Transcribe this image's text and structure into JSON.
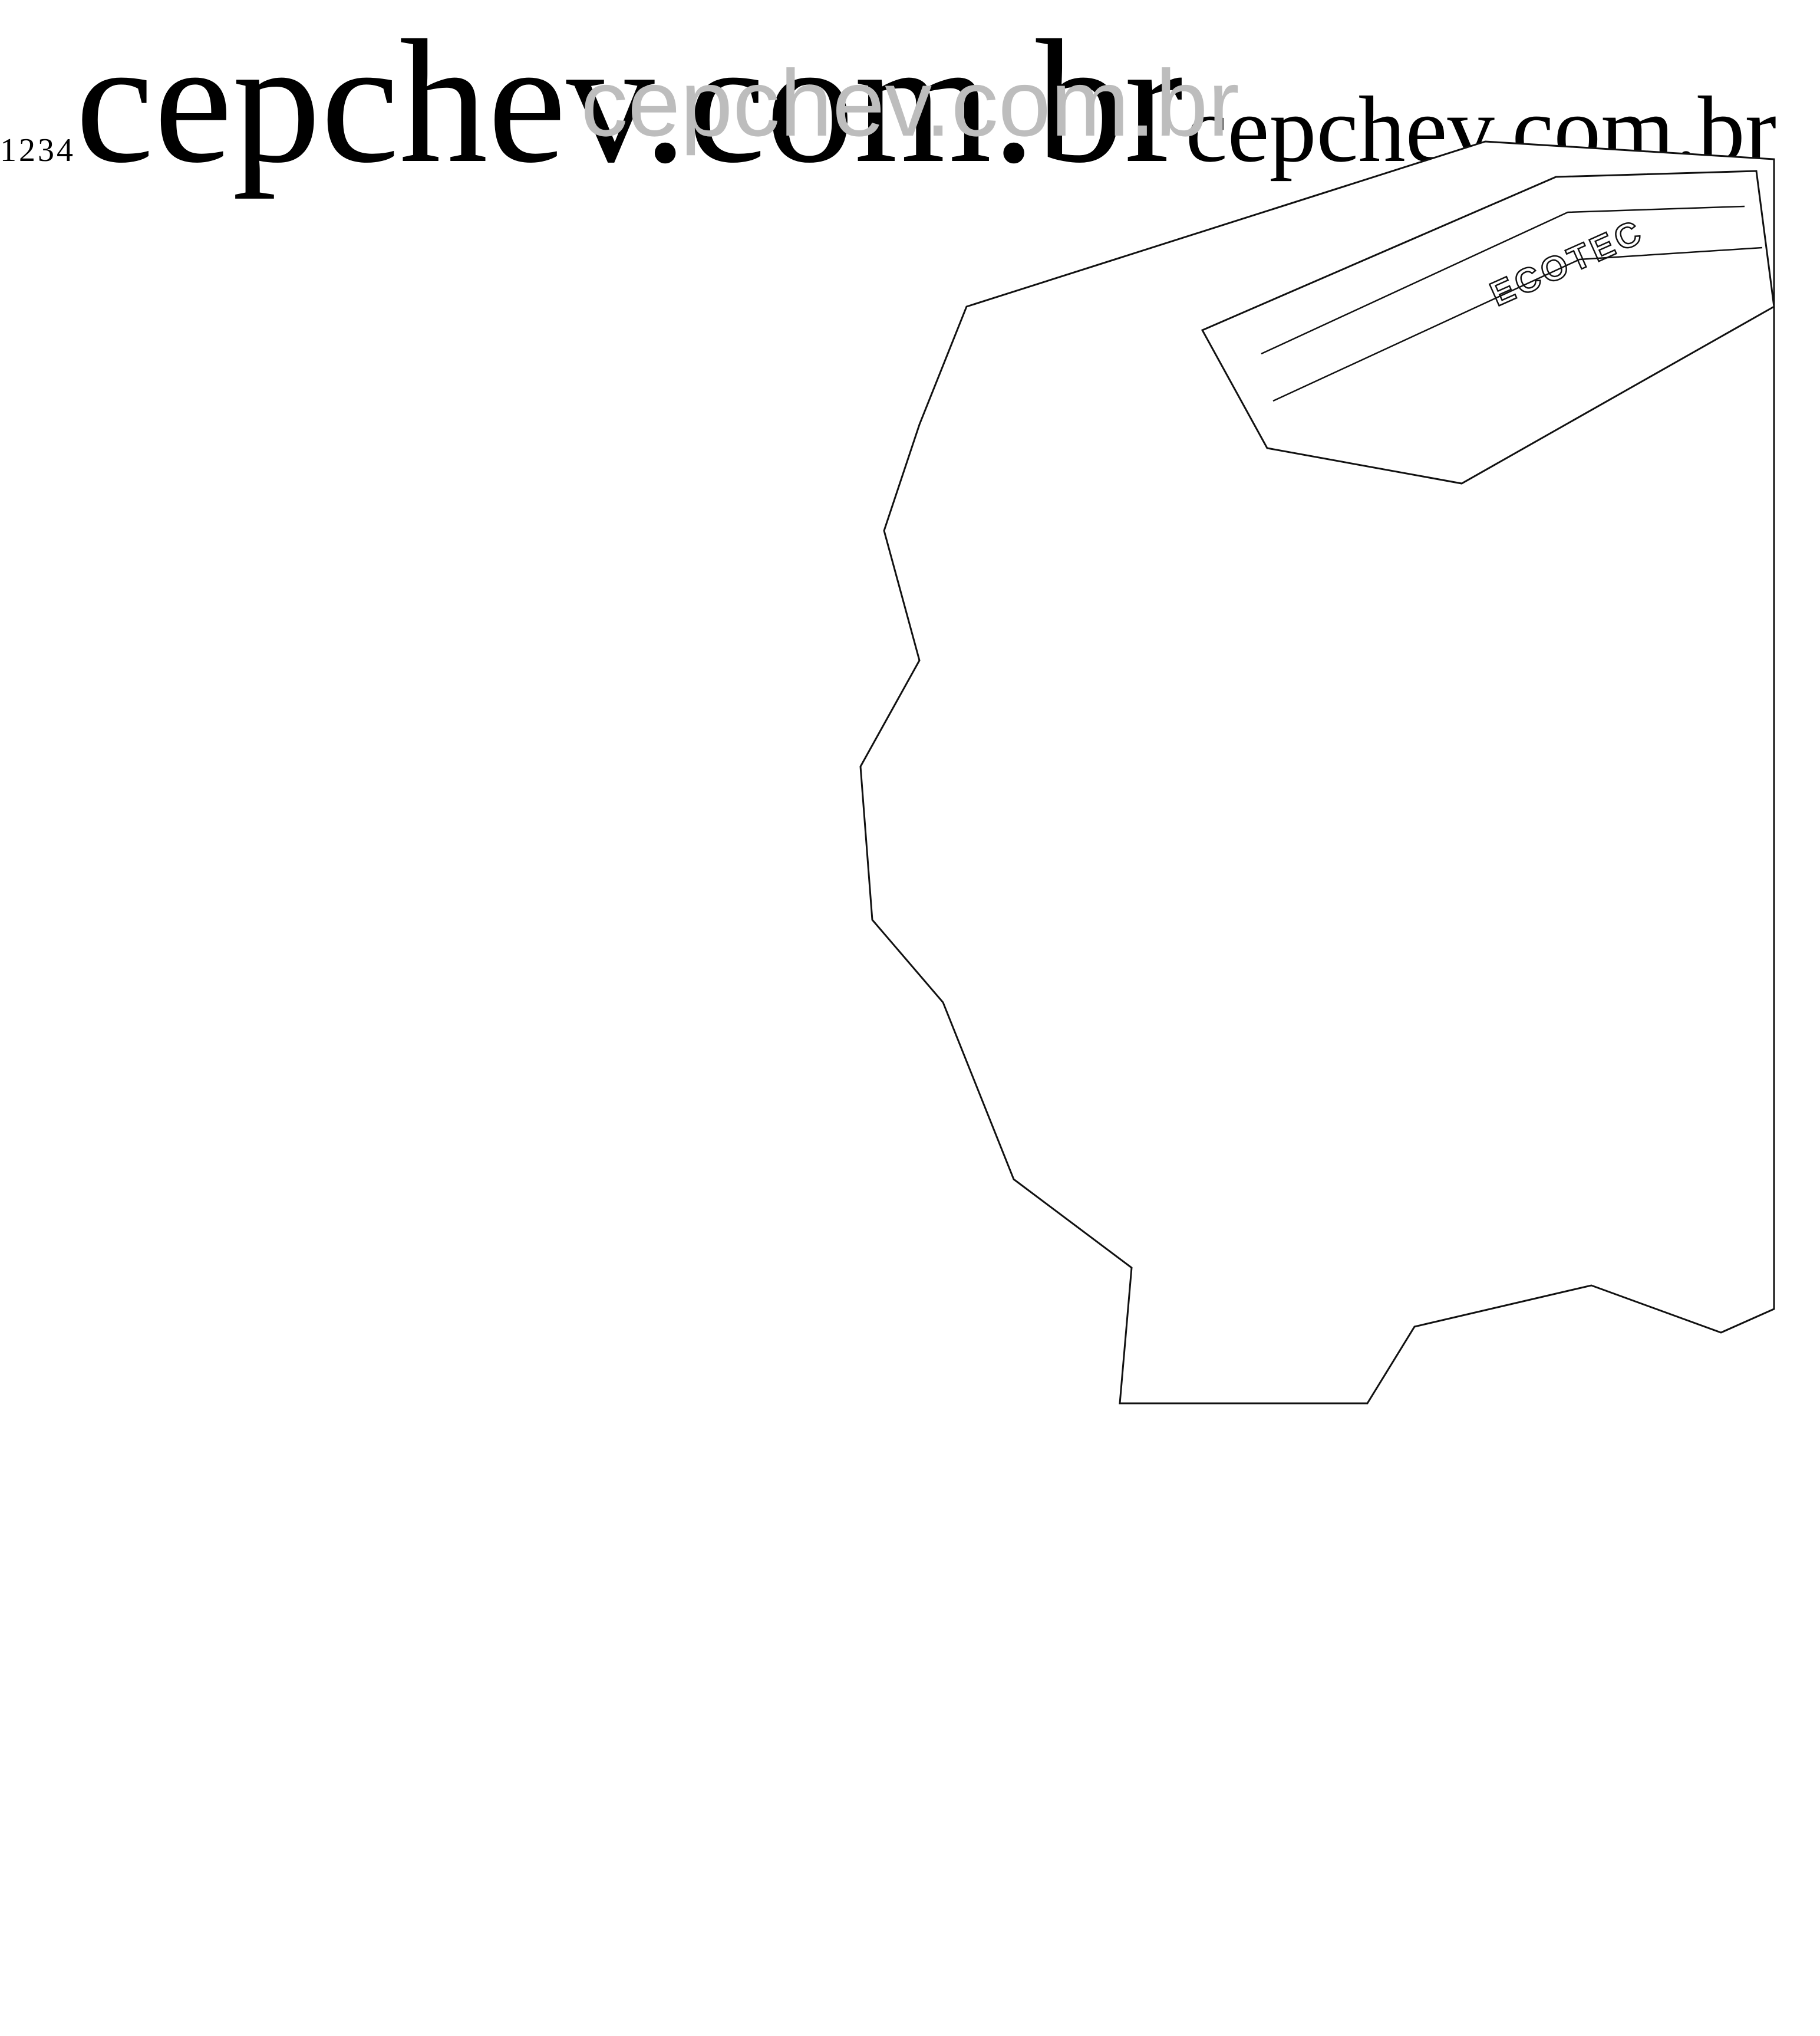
{
  "watermark": {
    "top": "cepchev.com.br",
    "bottom": "cepchev.com.br",
    "diagonal": "cepchev.com.br"
  },
  "engine_label": "ECOTEC",
  "callouts": [
    {
      "id": "1",
      "label": "1"
    },
    {
      "id": "2",
      "label": "2"
    },
    {
      "id": "3",
      "label": "3"
    },
    {
      "id": "4",
      "label": "4"
    }
  ]
}
